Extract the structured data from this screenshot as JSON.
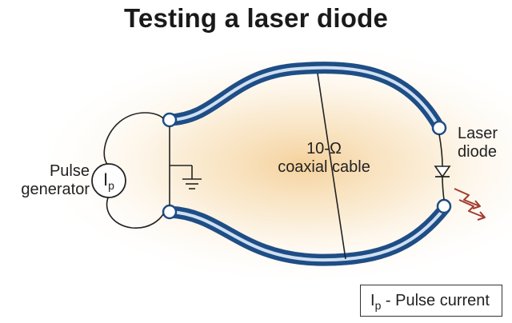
{
  "title": "Testing a laser diode",
  "labels": {
    "pulse_generator_line1": "Pulse",
    "pulse_generator_line2": "generator",
    "source_symbol": "I",
    "source_subscript": "p",
    "cable_line1": "10-Ω",
    "cable_line2": "coaxial cable",
    "laser_line1": "Laser",
    "laser_line2": "diode"
  },
  "legend": {
    "symbol": "I",
    "subscript": "p",
    "text": " - Pulse current"
  },
  "colors": {
    "cable": "#1f4e86",
    "cable_core": "#cfe0f2",
    "glow": "#f3c98a",
    "emission": "#a23b2e",
    "wire": "#222222"
  }
}
